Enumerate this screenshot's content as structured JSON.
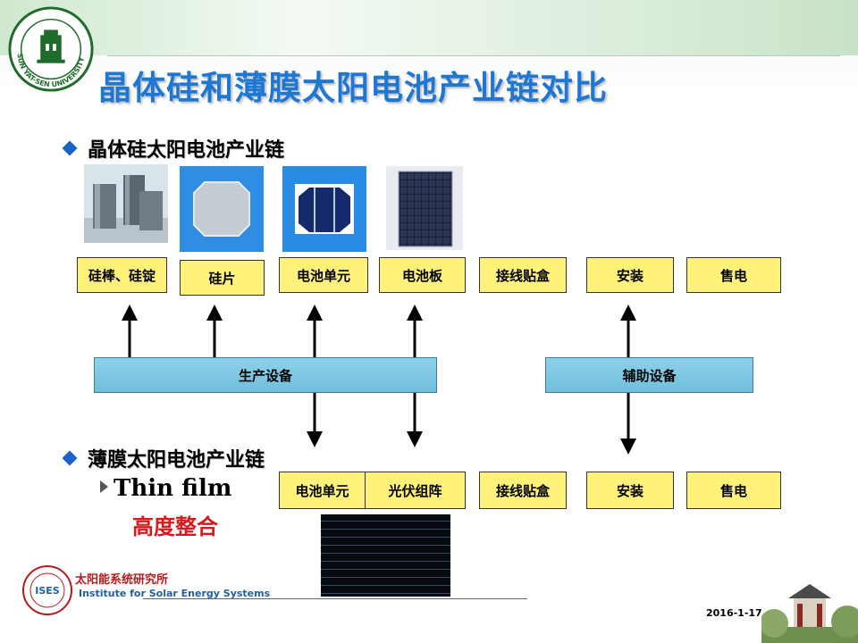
{
  "header": {
    "title": "晶体硅和薄膜太阳电池产业链对比",
    "logo_name": "SUN YAT-SEN UNIVERSITY"
  },
  "crystalline": {
    "heading": "晶体硅太阳电池产业链",
    "stages": [
      "硅棒、硅锭",
      "硅片",
      "电池单元",
      "电池板",
      "接线贴盒",
      "安装",
      "售电"
    ],
    "production_equipment": "生产设备",
    "auxiliary_equipment": "辅助设备"
  },
  "thinfilm": {
    "heading": "薄膜太阳电池产业链",
    "sub_en": "Thin film",
    "sub_cn": "高度整合",
    "stages": [
      "电池单元",
      "光伏组阵",
      "接线贴盒",
      "安装",
      "售电"
    ]
  },
  "footer": {
    "institute_cn": "太阳能系统研究所",
    "institute_en": "Institute for Solar Energy Systems",
    "institute_abbr": "ISES",
    "date": "2016-1-17"
  },
  "colors": {
    "title": "#1f77d4",
    "stage_box": "#fff17a",
    "equipment_bar": "#78c4e0",
    "highlight_red": "#d8191b"
  }
}
